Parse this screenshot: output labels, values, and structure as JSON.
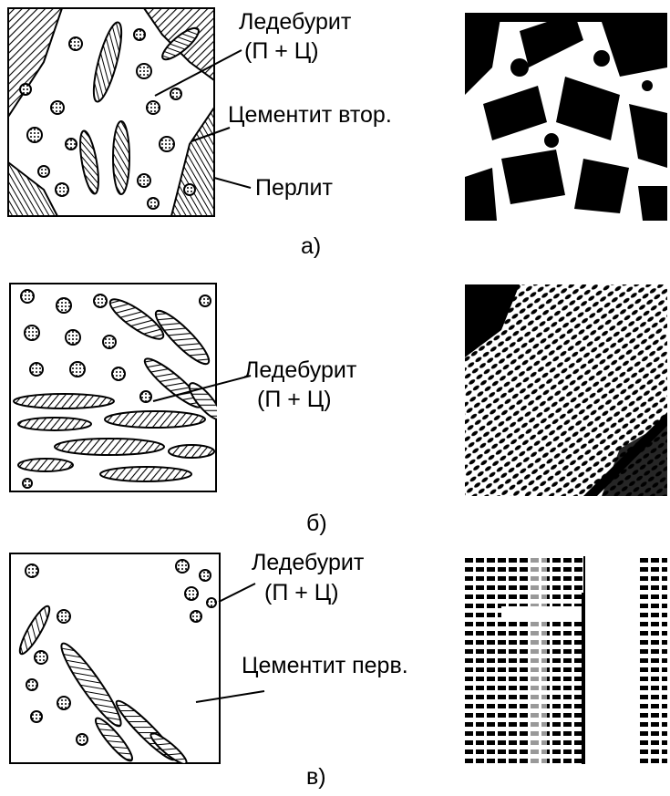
{
  "rows": [
    {
      "caption": "а)",
      "labels": {
        "ledeburite": "Ледебурит",
        "ledeburite_formula": "(П + Ц)",
        "cementite_secondary": "Цементит втор.",
        "pearlite": "Перлит"
      }
    },
    {
      "caption": "б)",
      "labels": {
        "ledeburite": "Ледебурит",
        "ledeburite_formula": "(П + Ц)"
      }
    },
    {
      "caption": "в)",
      "labels": {
        "ledeburite": "Ледебурит",
        "ledeburite_formula": "(П + Ц)",
        "cementite_primary": "Цементит перв."
      }
    }
  ]
}
